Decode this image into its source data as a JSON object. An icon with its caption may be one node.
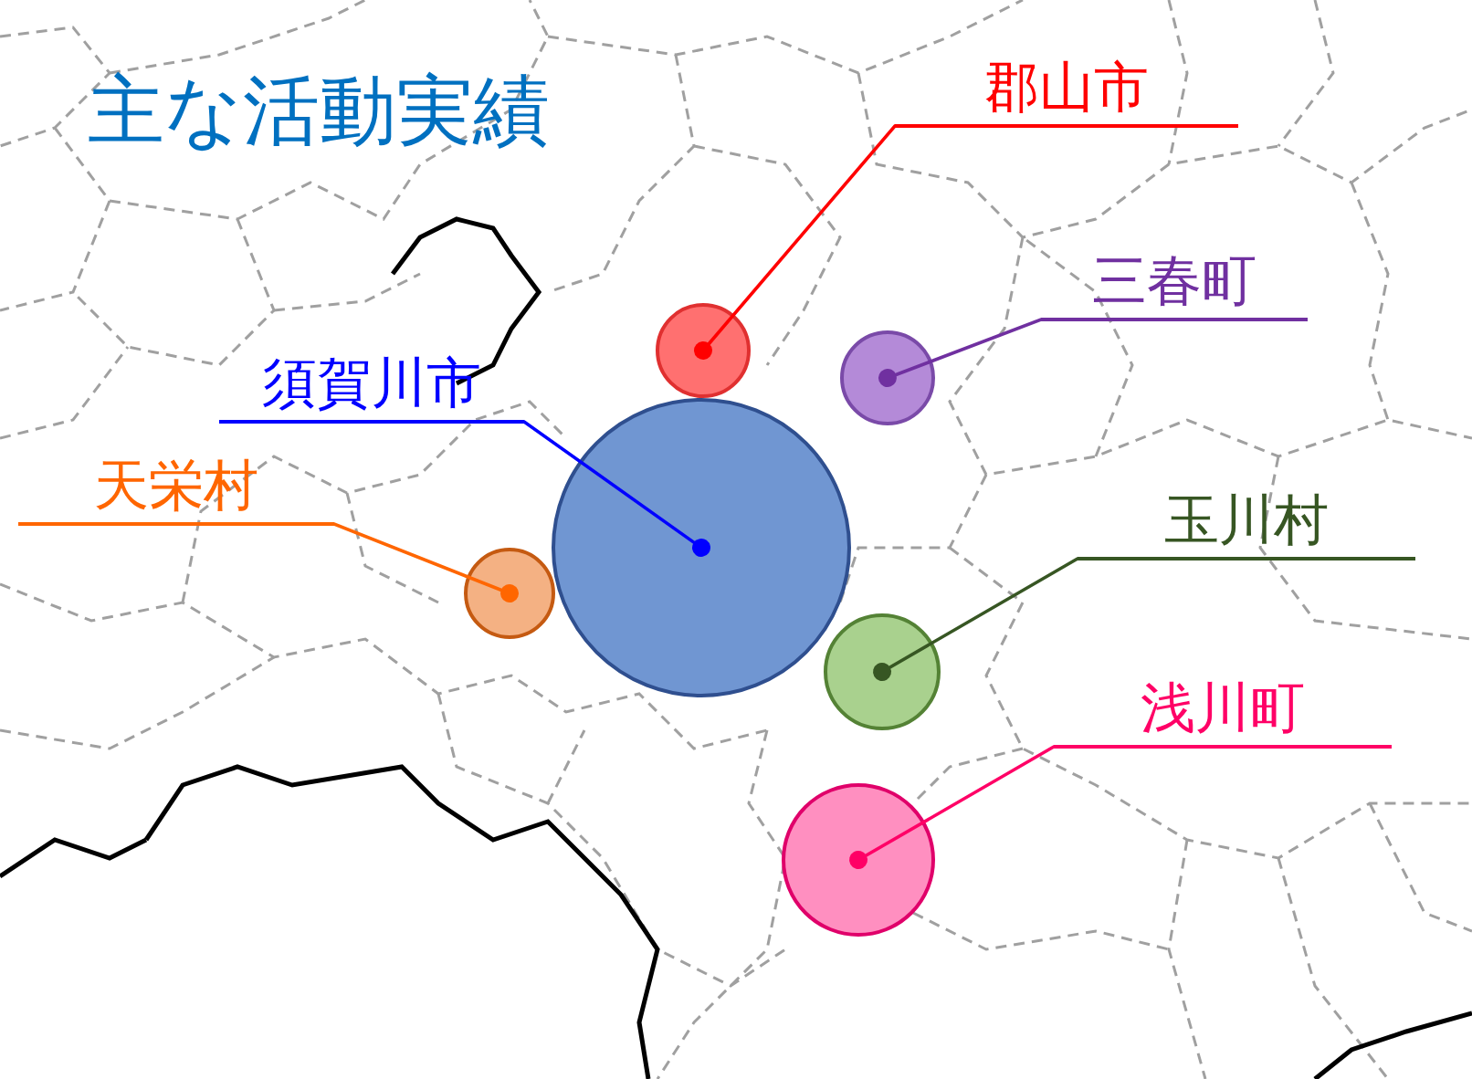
{
  "diagram": {
    "title": "主な活動実績",
    "nodes": [
      {
        "text": [
          "郡山市"
        ]
      },
      {
        "text": [],
        "shape": "circle"
      },
      {
        "text": [
          "三春町"
        ]
      },
      {
        "text": [],
        "shape": "circle"
      },
      {
        "text": [
          "須賀川市"
        ]
      },
      {
        "text": [],
        "shape": "circle"
      },
      {
        "text": [
          "天栄村"
        ]
      },
      {
        "text": [],
        "shape": "circle"
      },
      {
        "text": [
          "玉川村"
        ]
      },
      {
        "text": [],
        "shape": "circle"
      },
      {
        "text": [
          "浅川町"
        ]
      },
      {
        "text": [],
        "shape": "circle"
      }
    ],
    "edges": [
      {
        "from": 0,
        "to": 1,
        "arrow": "other",
        "color": "#ff0000"
      },
      {
        "from": 2,
        "to": 3,
        "arrow": "other",
        "color": "#7030a0"
      },
      {
        "from": 4,
        "to": 5,
        "arrow": "other",
        "color": "#0000ff"
      },
      {
        "from": 6,
        "to": 7,
        "arrow": "other",
        "color": "#ff6600"
      },
      {
        "from": 8,
        "to": 9,
        "arrow": "other",
        "color": "#375623"
      },
      {
        "from": 10,
        "to": 11,
        "arrow": "other",
        "color": "#ff0066"
      }
    ]
  }
}
